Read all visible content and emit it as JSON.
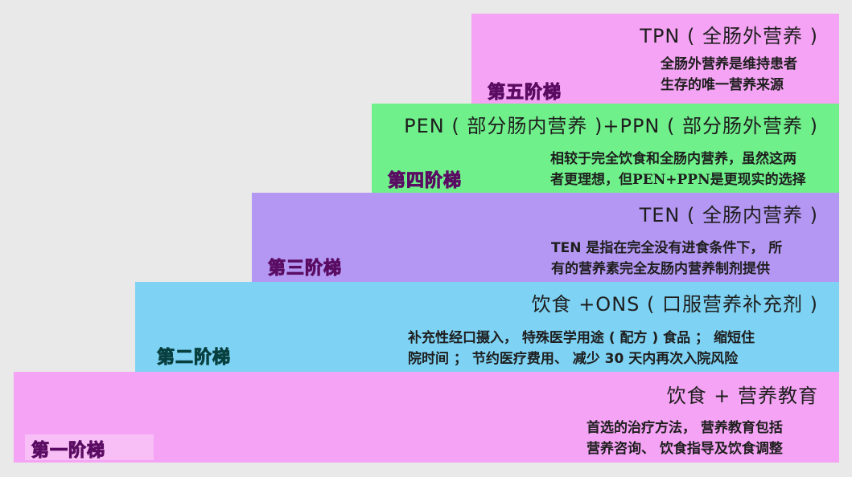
{
  "steps": [
    {
      "label": "第一阶梯",
      "title": "饮食 + 营养教育",
      "desc": [
        "首选的治疗方法， 营养教育包括",
        "营养咨询、 饮食指导及饮食调整"
      ],
      "color": "#f5a3f4"
    },
    {
      "label": "第二阶梯",
      "title": "饮食 +ONS ( 口服营养补充剂 )",
      "desc": [
        "补充性经口摄入， 特殊医学用途 ( 配方 ) 食品 ； 缩短住",
        "院时间 ； 节约医疗费用、 减少 30 天内再次入院风险"
      ],
      "color": "#7ed3f4"
    },
    {
      "label": "第三阶梯",
      "title": "TEN ( 全肠内营养 )",
      "desc": [
        "TEN 是指在完全没有进食条件下， 所",
        "有的营养素完全友肠内营养制剂提供"
      ],
      "color": "#b497f2"
    },
    {
      "label": "第四阶梯",
      "title": "PEN ( 部分肠内营养 )+PPN ( 部分肠外营养 )",
      "desc": [
        "相较于完全饮食和全肠内营养，虽然这两",
        "者更理想，但PEN+PPN是更现实的选择"
      ],
      "color": "#6ff08a"
    },
    {
      "label": "第五阶梯",
      "title": "TPN ( 全肠外营养 )",
      "desc": [
        "全肠外营养是维持患者",
        "生存的唯一营养来源"
      ],
      "color": "#f5a3f4"
    }
  ]
}
